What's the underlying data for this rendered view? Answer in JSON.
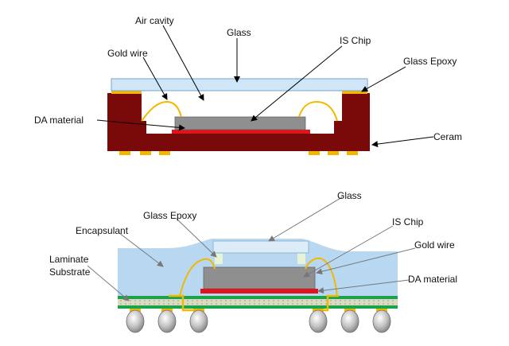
{
  "top_package": {
    "labels": {
      "air_cavity": "Air cavity",
      "glass": "Glass",
      "gold_wire": "Gold wire",
      "is_chip": "IS Chip",
      "glass_epoxy": "Glass Epoxy",
      "da_material": "DA material",
      "ceramic": "Ceram"
    }
  },
  "bottom_package": {
    "labels": {
      "glass": "Glass",
      "glass_epoxy": "Glass Epoxy",
      "encapsulant": "Encapsulant",
      "is_chip": "IS Chip",
      "gold_wire": "Gold wire",
      "laminate_line1": "Laminate",
      "laminate_line2": "Substrate",
      "da_material": "DA material"
    }
  },
  "colors": {
    "ceramic": "#7a0a0a",
    "glass": "#cfe6f8",
    "chip": "#8f8f8f",
    "da_material": "#e0141c",
    "gold": "#f2b800",
    "encapsulant": "#b8d8f2",
    "laminate_green": "#1aa34a",
    "laminate_core": "#d8dcc0",
    "solder_ball": "#b9b9b9"
  }
}
